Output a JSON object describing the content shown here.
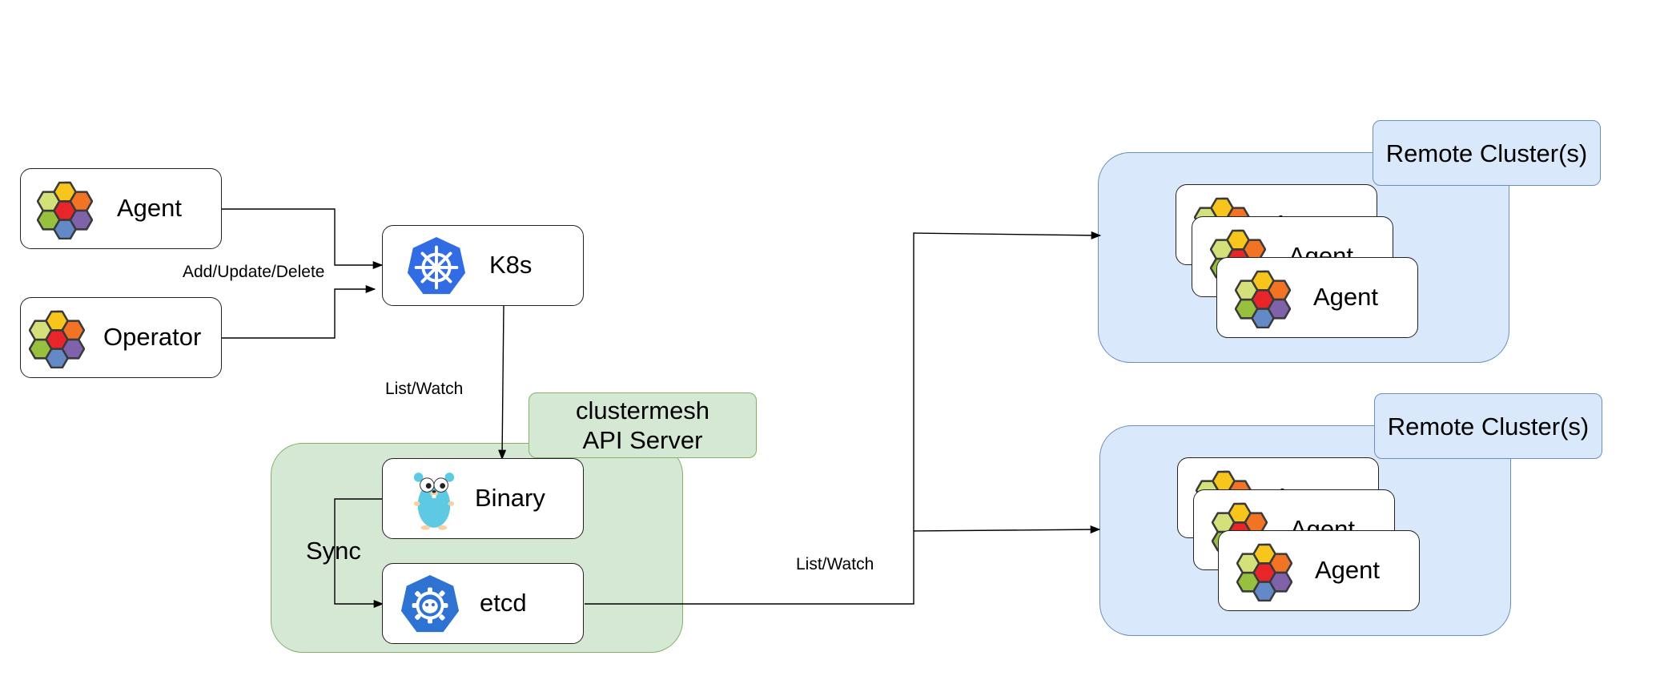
{
  "nodes": {
    "agent": "Agent",
    "operator": "Operator",
    "k8s": "K8s",
    "binary": "Binary",
    "etcd": "etcd"
  },
  "edge_labels": {
    "add_update_delete": "Add/Update/Delete",
    "list_watch_k8s": "List/Watch",
    "list_watch_remote": "List/Watch",
    "sync": "Sync"
  },
  "clustermesh": {
    "line1": "clustermesh",
    "line2": "API Server"
  },
  "remote_clusters": [
    {
      "label": "Remote Cluster(s)",
      "agent_label": "Agent",
      "agent_back_label": "Agent"
    },
    {
      "label": "Remote Cluster(s)",
      "agent_label": "Agent",
      "agent_back_label": "Agent"
    }
  ],
  "icons": {
    "cilium": "cilium-hexagon-icon",
    "kubernetes": "kubernetes-wheel-icon",
    "gopher": "go-gopher-icon",
    "etcd": "etcd-icon"
  },
  "colors": {
    "green_fill": "#d5e8d4",
    "green_stroke": "#82b366",
    "blue_fill": "#dae8fc",
    "blue_stroke": "#6c8ebf",
    "k8s_blue": "#326ce5",
    "hex_colors": [
      "#f8c51c",
      "#f17323",
      "#8062aa",
      "#6389c6",
      "#97c03e",
      "#d4e17a",
      "#e82629"
    ]
  }
}
